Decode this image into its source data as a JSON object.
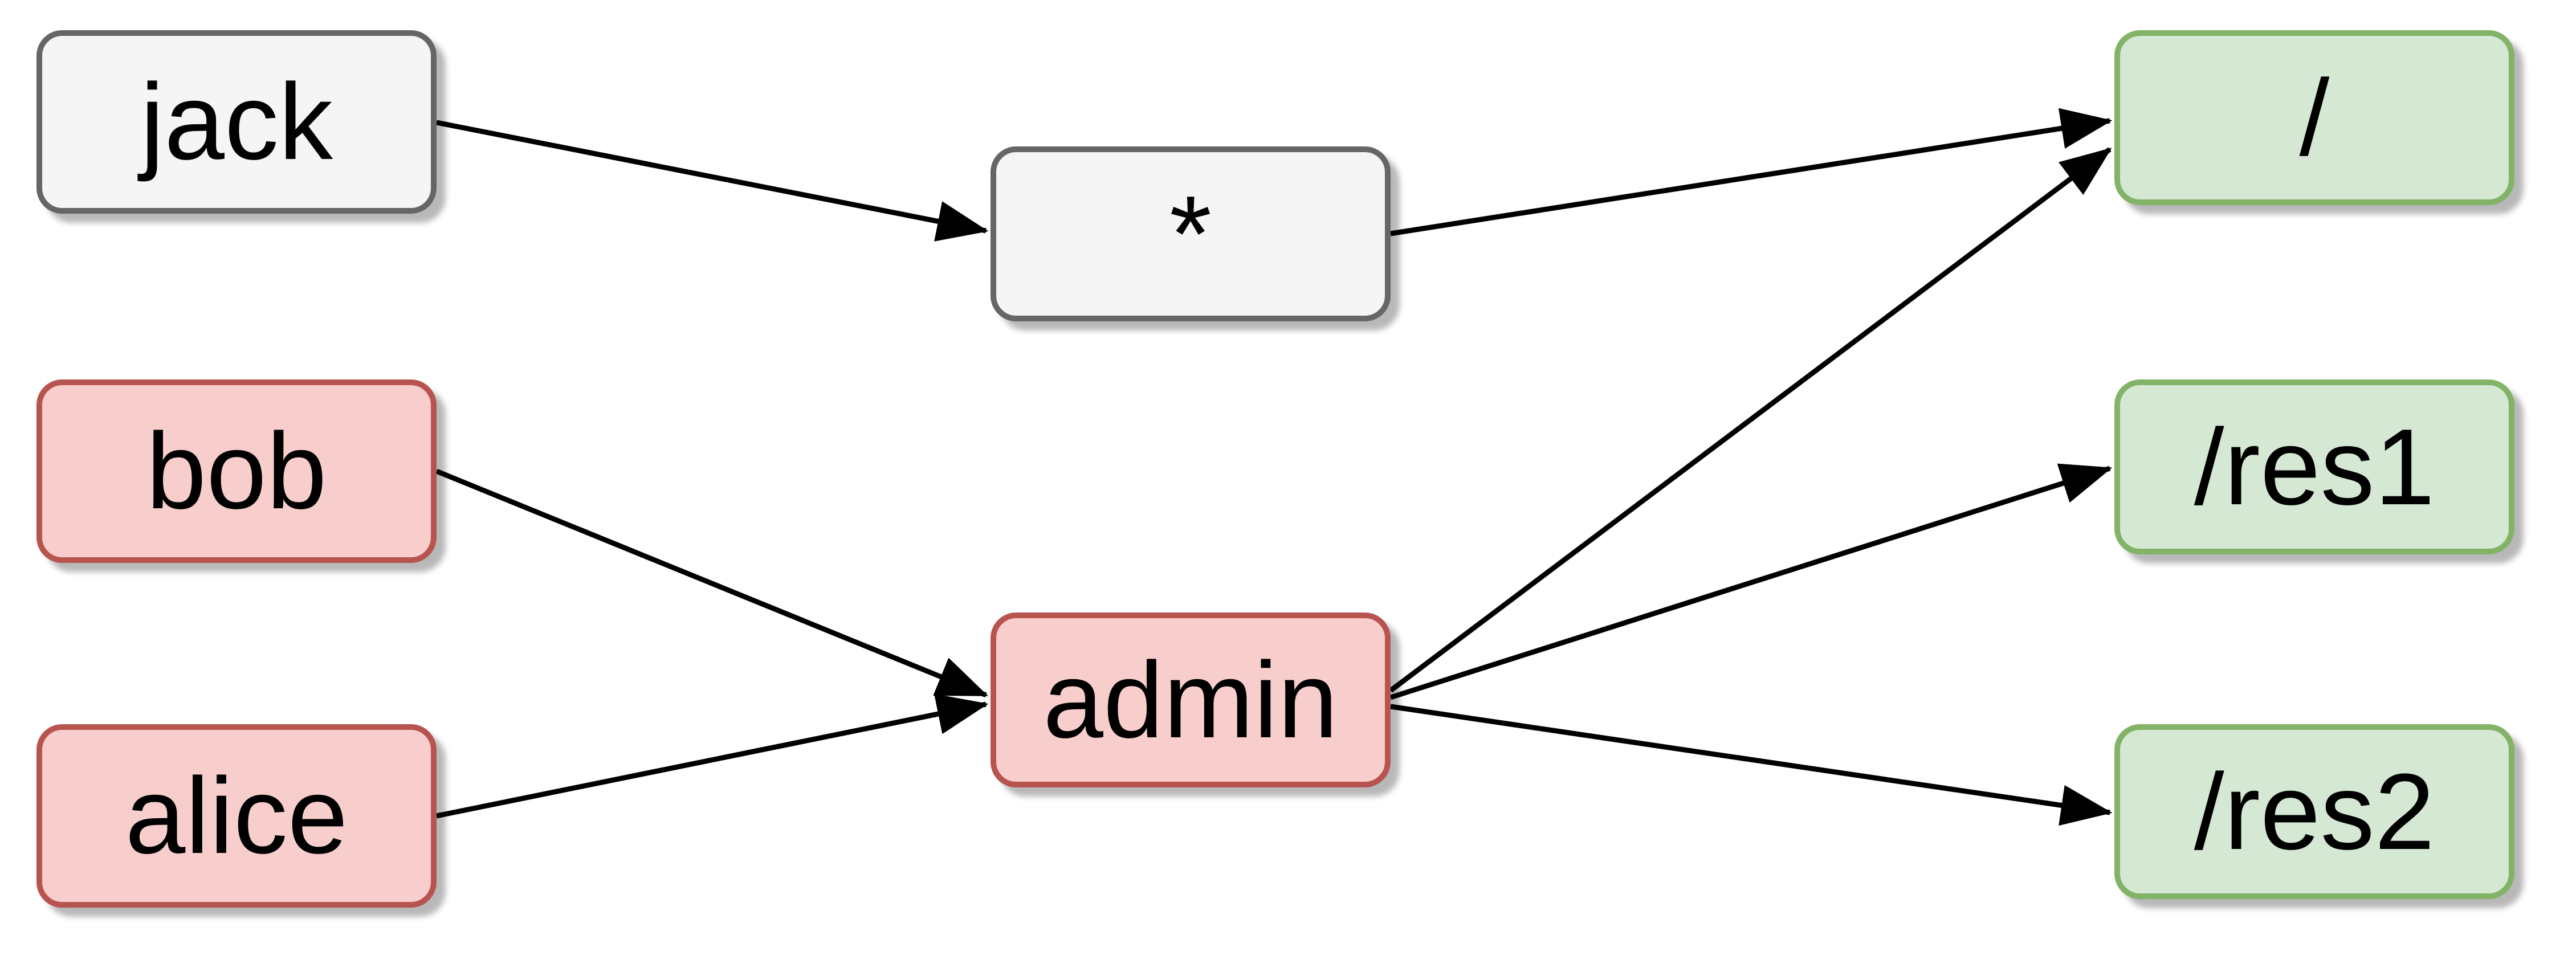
{
  "diagram": {
    "title": "access-control-graph",
    "nodes": [
      {
        "id": "jack",
        "label": "jack",
        "kind": "user-unassigned"
      },
      {
        "id": "bob",
        "label": "bob",
        "kind": "user"
      },
      {
        "id": "alice",
        "label": "alice",
        "kind": "user"
      },
      {
        "id": "star",
        "label": "*",
        "kind": "wildcard-role"
      },
      {
        "id": "admin",
        "label": "admin",
        "kind": "role"
      },
      {
        "id": "root",
        "label": "/",
        "kind": "resource"
      },
      {
        "id": "res1",
        "label": "/res1",
        "kind": "resource"
      },
      {
        "id": "res2",
        "label": "/res2",
        "kind": "resource"
      }
    ],
    "edges": [
      {
        "from": "jack",
        "to": "*"
      },
      {
        "from": "*",
        "to": "/"
      },
      {
        "from": "bob",
        "to": "admin"
      },
      {
        "from": "alice",
        "to": "admin"
      },
      {
        "from": "admin",
        "to": "/"
      },
      {
        "from": "admin",
        "to": "/res1"
      },
      {
        "from": "admin",
        "to": "/res2"
      }
    ]
  },
  "palette": {
    "neutral": {
      "fill": "#f5f5f5",
      "stroke": "#666666"
    },
    "subject": {
      "fill": "#f8cecc",
      "stroke": "#b85450"
    },
    "resource": {
      "fill": "#d5e8d4",
      "stroke": "#82b366"
    },
    "edge": "#000000",
    "text": "#000000"
  }
}
